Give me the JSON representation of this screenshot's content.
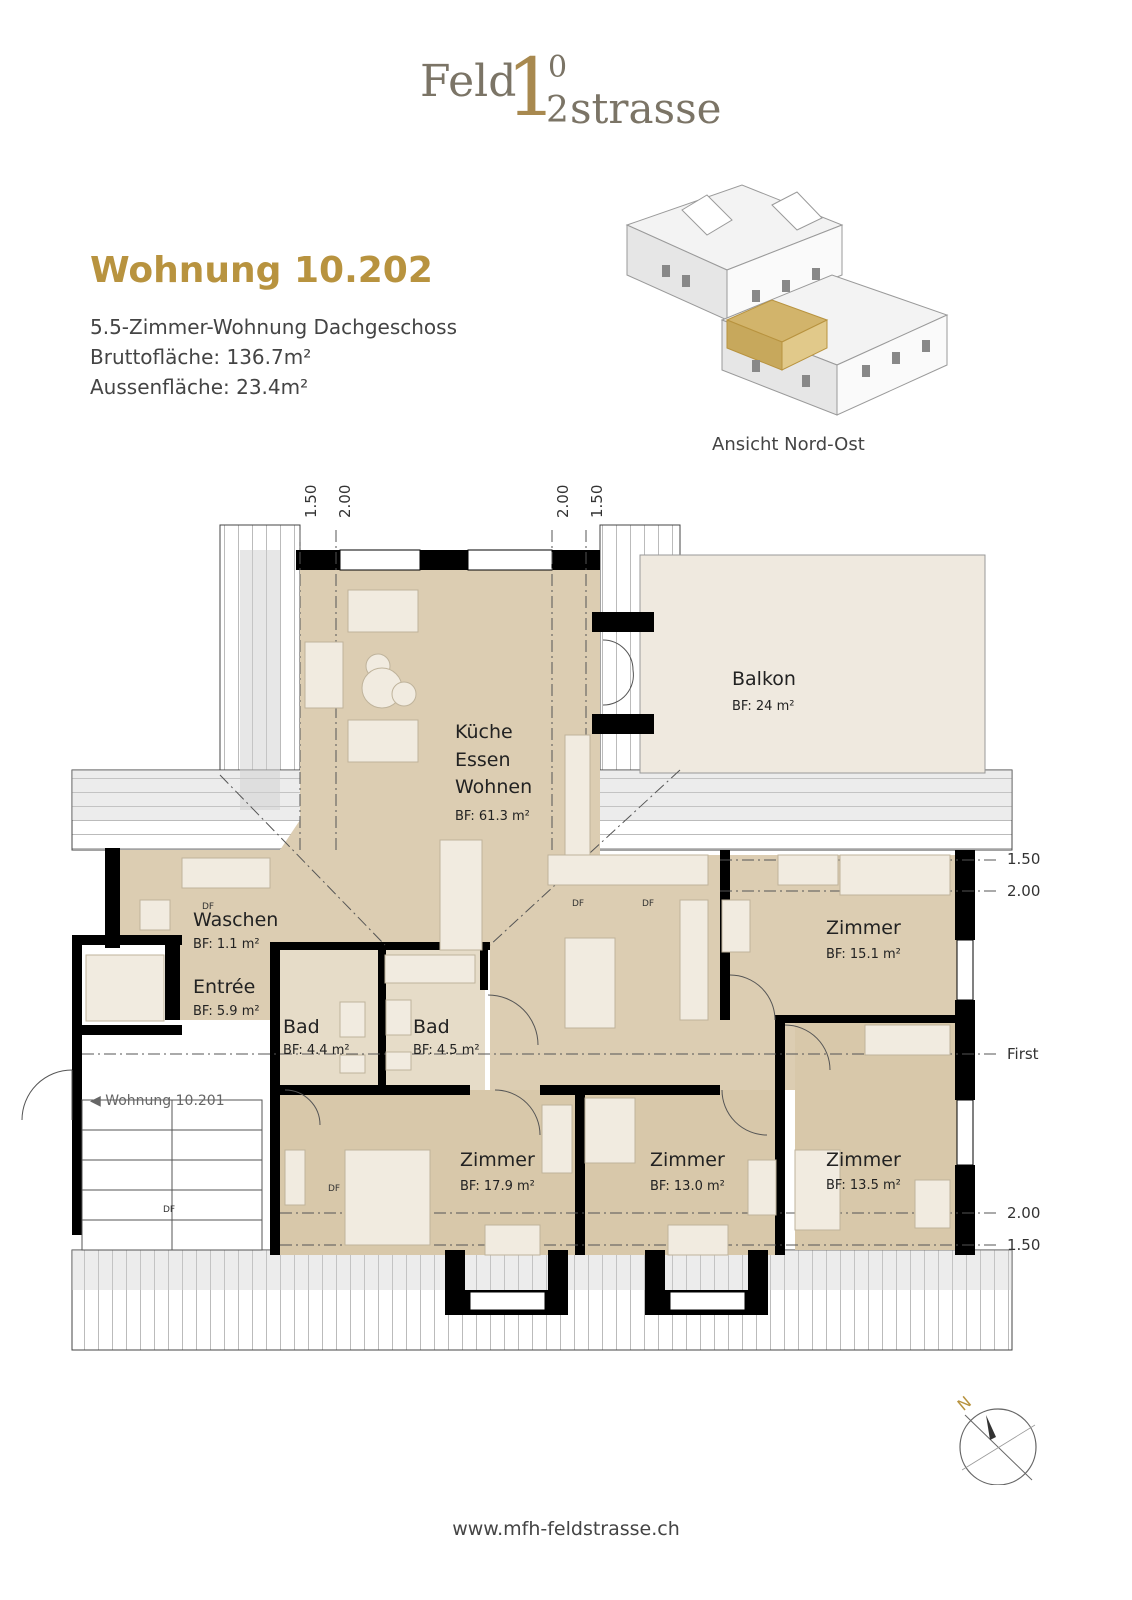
{
  "logo": {
    "word1": "Feld",
    "big_digit": "1",
    "small_top": "0",
    "small_bottom": "2",
    "word2": "strasse"
  },
  "title": "Wohnung 10.202",
  "info": {
    "line1": "5.5-Zimmer-Wohnung Dachgeschoss",
    "line2": "Bruttofläche: 136.7m²",
    "line3": "Aussenfläche: 23.4m²"
  },
  "view_caption": "Ansicht Nord-Ost",
  "plan": {
    "dims_top": [
      "1.50",
      "2.00",
      "2.00",
      "1.50"
    ],
    "dims_right": [
      "1.50",
      "2.00",
      "First",
      "2.00",
      "1.50"
    ],
    "rooms": {
      "balkon": {
        "name": "Balkon",
        "area": "BF: 24 m²"
      },
      "kitchen": {
        "name1": "Küche",
        "name2": "Essen",
        "name3": "Wohnen",
        "area": "BF: 61.3 m²"
      },
      "waschen": {
        "name": "Waschen",
        "area": "BF: 1.1 m²"
      },
      "entree": {
        "name": "Entrée",
        "area": "BF: 5.9 m²"
      },
      "bad1": {
        "name": "Bad",
        "area": "BF: 4.4 m²"
      },
      "bad2": {
        "name": "Bad",
        "area": "BF: 4.5 m²"
      },
      "zimmer_ne": {
        "name": "Zimmer",
        "area": "BF: 15.1 m²"
      },
      "zimmer_se": {
        "name": "Zimmer",
        "area": "BF: 13.5 m²"
      },
      "zimmer_sw": {
        "name": "Zimmer",
        "area": "BF: 17.9 m²"
      },
      "zimmer_s": {
        "name": "Zimmer",
        "area": "BF: 13.0 m²"
      }
    },
    "neighbor": "Wohnung 10.201",
    "df": "DF"
  },
  "compass_label": "N",
  "footer": "www.mfh-feldstrasse.ch",
  "colors": {
    "accent": "#b8933f",
    "room_fill": "#dccdb2",
    "balcony": "#efe9df",
    "wall": "#000000"
  }
}
